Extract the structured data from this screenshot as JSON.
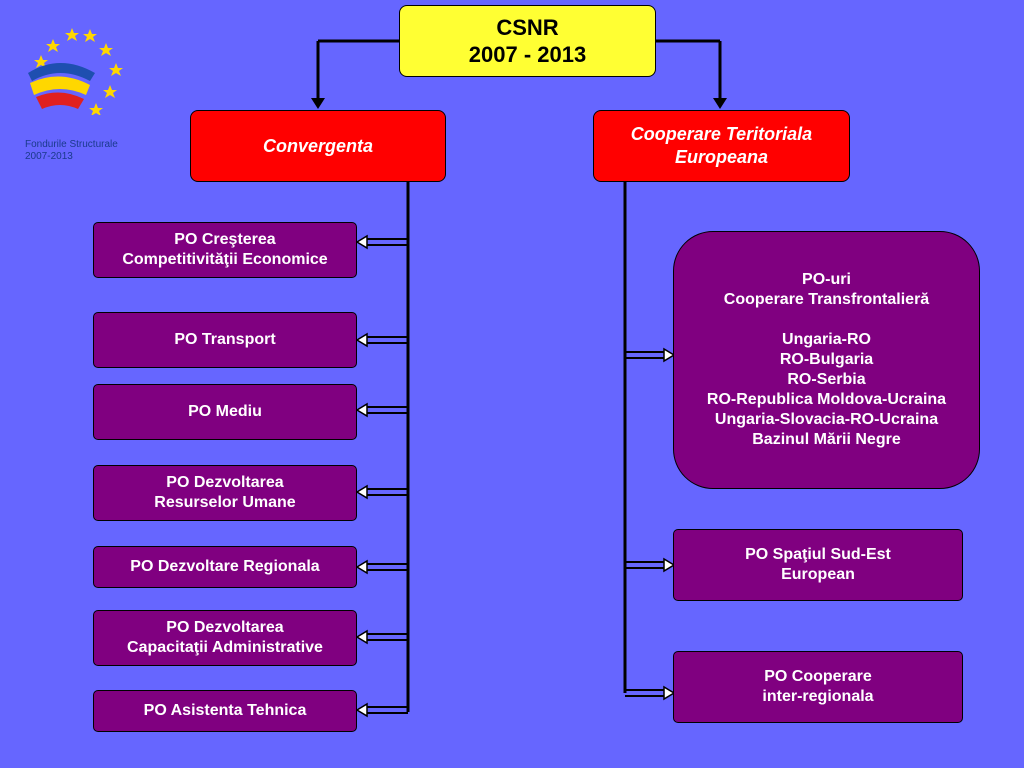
{
  "logo": {
    "caption_line1": "Fondurile Structurale",
    "caption_line2": "2007-2013"
  },
  "root": {
    "title": "CSNR",
    "period": "2007 - 2013"
  },
  "branches": {
    "left": {
      "label": "Convergenta"
    },
    "right": {
      "label_line1": "Cooperare Teritoriala",
      "label_line2": "Europeana"
    }
  },
  "left_programs": [
    {
      "line1": "PO Creşterea",
      "line2": "Competitivităţii Economice"
    },
    {
      "line1": "PO Transport"
    },
    {
      "line1": "PO Mediu"
    },
    {
      "line1": "PO Dezvoltarea",
      "line2": "Resurselor Umane"
    },
    {
      "line1": "PO Dezvoltare Regionala"
    },
    {
      "line1": "PO Dezvoltarea",
      "line2": "Capacitaţii Administrative"
    },
    {
      "line1": "PO Asistenta Tehnica"
    }
  ],
  "right_programs": {
    "cross_border": {
      "title": "PO-uri",
      "subtitle": "Cooperare Transfrontalieră",
      "items": [
        "Ungaria-RO",
        "RO-Bulgaria",
        "RO-Serbia",
        "RO-Republica Moldova-Ucraina",
        "Ungaria-Slovacia-RO-Ucraina",
        "Bazinul Mării Negre"
      ]
    },
    "south_east": {
      "line1": "PO Spaţiul Sud-Est",
      "line2": "European"
    },
    "interregional": {
      "line1": "PO Cooperare",
      "line2": "inter-regionala"
    }
  },
  "colors": {
    "background": "#6666ff",
    "root": "#ffff33",
    "branch": "#ff0000",
    "program": "#800080"
  }
}
